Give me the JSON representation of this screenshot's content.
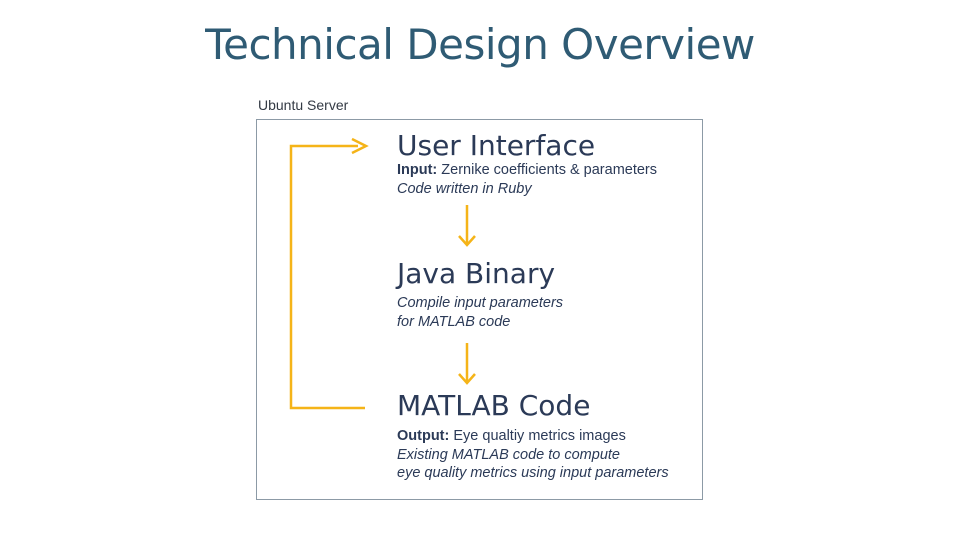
{
  "slide": {
    "title": "Technical Design Overview"
  },
  "diagram": {
    "container_label": "Ubuntu Server",
    "accent_color": "#f5b418",
    "nodes": [
      {
        "title": "User Interface",
        "io_label": "Input:",
        "io_value": "Zernike coefficients & parameters",
        "notes": [
          "Code written in Ruby"
        ]
      },
      {
        "title": "Java Binary",
        "notes": [
          "Compile input parameters",
          "for MATLAB code"
        ]
      },
      {
        "title": "MATLAB Code",
        "io_label": "Output:",
        "io_value": "Eye qualtiy metrics images",
        "notes": [
          "Existing MATLAB code to compute",
          "eye quality metrics using input parameters"
        ]
      }
    ]
  }
}
